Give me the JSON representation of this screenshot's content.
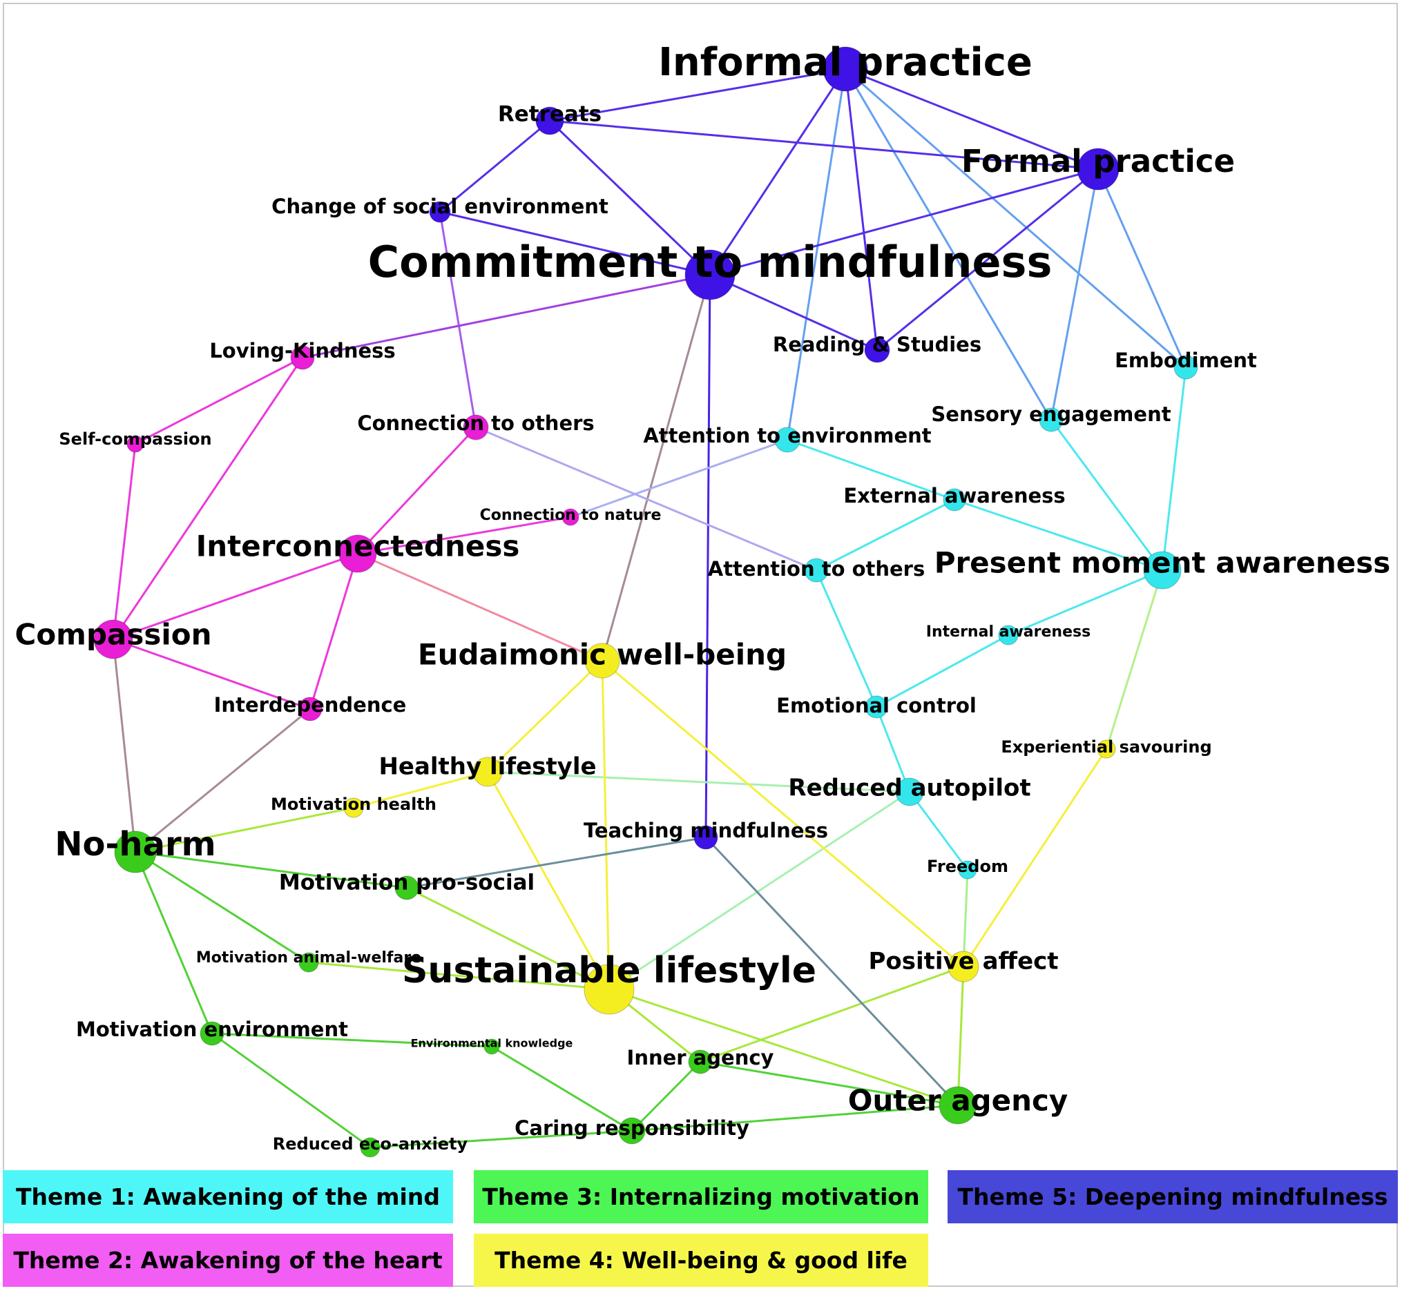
{
  "nodes": [
    {
      "id": "informal-practice",
      "label": "Informal practice",
      "theme": 5
    },
    {
      "id": "retreats",
      "label": "Retreats",
      "theme": 5
    },
    {
      "id": "formal-practice",
      "label": "Formal practice",
      "theme": 5
    },
    {
      "id": "change-social-env",
      "label": "Change of social environment",
      "theme": 5
    },
    {
      "id": "commitment",
      "label": "Commitment to mindfulness",
      "theme": 5
    },
    {
      "id": "reading-studies",
      "label": "Reading & Studies",
      "theme": 5
    },
    {
      "id": "teaching",
      "label": "Teaching mindfulness",
      "theme": 5
    },
    {
      "id": "embodiment",
      "label": "Embodiment",
      "theme": 1
    },
    {
      "id": "sensory",
      "label": "Sensory engagement",
      "theme": 1
    },
    {
      "id": "attention-env",
      "label": "Attention to environment",
      "theme": 1
    },
    {
      "id": "external-awareness",
      "label": "External awareness",
      "theme": 1
    },
    {
      "id": "present-moment",
      "label": "Present moment awareness",
      "theme": 1
    },
    {
      "id": "attention-others",
      "label": "Attention to others",
      "theme": 1
    },
    {
      "id": "internal-awareness",
      "label": "Internal awareness",
      "theme": 1
    },
    {
      "id": "emotional-control",
      "label": "Emotional control",
      "theme": 1
    },
    {
      "id": "reduced-autopilot",
      "label": "Reduced autopilot",
      "theme": 1
    },
    {
      "id": "freedom",
      "label": "Freedom",
      "theme": 1
    },
    {
      "id": "loving-kindness",
      "label": "Loving-Kindness",
      "theme": 2
    },
    {
      "id": "self-compassion",
      "label": "Self-compassion",
      "theme": 2
    },
    {
      "id": "connection-others",
      "label": "Connection to others",
      "theme": 2
    },
    {
      "id": "connection-nature",
      "label": "Connection to nature",
      "theme": 2
    },
    {
      "id": "interconnectedness",
      "label": "Interconnectedness",
      "theme": 2
    },
    {
      "id": "compassion",
      "label": "Compassion",
      "theme": 2
    },
    {
      "id": "interdependence",
      "label": "Interdependence",
      "theme": 2
    },
    {
      "id": "eudaimonic",
      "label": "Eudaimonic well-being",
      "theme": 4
    },
    {
      "id": "healthy-lifestyle",
      "label": "Healthy lifestyle",
      "theme": 4
    },
    {
      "id": "motivation-health",
      "label": "Motivation health",
      "theme": 4
    },
    {
      "id": "experiential-savouring",
      "label": "Experiential savouring",
      "theme": 4
    },
    {
      "id": "positive-affect",
      "label": "Positive affect",
      "theme": 4
    },
    {
      "id": "sustainable-lifestyle",
      "label": "Sustainable lifestyle",
      "theme": 4
    },
    {
      "id": "no-harm",
      "label": "No-harm",
      "theme": 3
    },
    {
      "id": "motivation-prosocial",
      "label": "Motivation pro-social",
      "theme": 3
    },
    {
      "id": "motivation-animal",
      "label": "Motivation animal-welfare",
      "theme": 3
    },
    {
      "id": "motivation-environment",
      "label": "Motivation environment",
      "theme": 3
    },
    {
      "id": "env-knowledge",
      "label": "Environmental knowledge",
      "theme": 3
    },
    {
      "id": "inner-agency",
      "label": "Inner agency",
      "theme": 3
    },
    {
      "id": "outer-agency",
      "label": "Outer agency",
      "theme": 3
    },
    {
      "id": "caring-responsibility",
      "label": "Caring responsibility",
      "theme": 3
    },
    {
      "id": "reduced-eco-anxiety",
      "label": "Reduced eco-anxiety",
      "theme": 3
    }
  ],
  "edges": [
    [
      "informal-practice",
      "retreats"
    ],
    [
      "informal-practice",
      "formal-practice"
    ],
    [
      "informal-practice",
      "commitment"
    ],
    [
      "informal-practice",
      "reading-studies"
    ],
    [
      "informal-practice",
      "attention-env"
    ],
    [
      "informal-practice",
      "sensory"
    ],
    [
      "informal-practice",
      "embodiment"
    ],
    [
      "retreats",
      "formal-practice"
    ],
    [
      "retreats",
      "change-social-env"
    ],
    [
      "retreats",
      "commitment"
    ],
    [
      "formal-practice",
      "commitment"
    ],
    [
      "formal-practice",
      "reading-studies"
    ],
    [
      "formal-practice",
      "sensory"
    ],
    [
      "formal-practice",
      "embodiment"
    ],
    [
      "change-social-env",
      "commitment"
    ],
    [
      "change-social-env",
      "connection-others"
    ],
    [
      "commitment",
      "reading-studies"
    ],
    [
      "commitment",
      "loving-kindness"
    ],
    [
      "commitment",
      "eudaimonic"
    ],
    [
      "commitment",
      "teaching"
    ],
    [
      "embodiment",
      "present-moment"
    ],
    [
      "sensory",
      "present-moment"
    ],
    [
      "attention-env",
      "external-awareness"
    ],
    [
      "attention-env",
      "connection-nature"
    ],
    [
      "external-awareness",
      "present-moment"
    ],
    [
      "external-awareness",
      "attention-others"
    ],
    [
      "attention-others",
      "emotional-control"
    ],
    [
      "connection-others",
      "attention-others"
    ],
    [
      "present-moment",
      "internal-awareness"
    ],
    [
      "present-moment",
      "experiential-savouring"
    ],
    [
      "internal-awareness",
      "emotional-control"
    ],
    [
      "emotional-control",
      "reduced-autopilot"
    ],
    [
      "reduced-autopilot",
      "freedom"
    ],
    [
      "reduced-autopilot",
      "healthy-lifestyle"
    ],
    [
      "reduced-autopilot",
      "sustainable-lifestyle"
    ],
    [
      "freedom",
      "positive-affect"
    ],
    [
      "loving-kindness",
      "self-compassion"
    ],
    [
      "loving-kindness",
      "compassion"
    ],
    [
      "self-compassion",
      "compassion"
    ],
    [
      "connection-others",
      "interconnectedness"
    ],
    [
      "connection-nature",
      "interconnectedness"
    ],
    [
      "interconnectedness",
      "compassion"
    ],
    [
      "interconnectedness",
      "interdependence"
    ],
    [
      "interconnectedness",
      "eudaimonic"
    ],
    [
      "compassion",
      "interdependence"
    ],
    [
      "compassion",
      "no-harm"
    ],
    [
      "interdependence",
      "no-harm"
    ],
    [
      "eudaimonic",
      "healthy-lifestyle"
    ],
    [
      "eudaimonic",
      "sustainable-lifestyle"
    ],
    [
      "eudaimonic",
      "positive-affect"
    ],
    [
      "healthy-lifestyle",
      "motivation-health"
    ],
    [
      "healthy-lifestyle",
      "sustainable-lifestyle"
    ],
    [
      "experiential-savouring",
      "positive-affect"
    ],
    [
      "positive-affect",
      "inner-agency"
    ],
    [
      "positive-affect",
      "outer-agency"
    ],
    [
      "sustainable-lifestyle",
      "motivation-prosocial"
    ],
    [
      "sustainable-lifestyle",
      "motivation-animal"
    ],
    [
      "sustainable-lifestyle",
      "inner-agency"
    ],
    [
      "sustainable-lifestyle",
      "outer-agency"
    ],
    [
      "teaching",
      "motivation-prosocial"
    ],
    [
      "teaching",
      "outer-agency"
    ],
    [
      "no-harm",
      "motivation-health"
    ],
    [
      "no-harm",
      "motivation-prosocial"
    ],
    [
      "no-harm",
      "motivation-animal"
    ],
    [
      "no-harm",
      "motivation-environment"
    ],
    [
      "motivation-environment",
      "env-knowledge"
    ],
    [
      "motivation-environment",
      "reduced-eco-anxiety"
    ],
    [
      "env-knowledge",
      "caring-responsibility"
    ],
    [
      "inner-agency",
      "outer-agency"
    ],
    [
      "inner-agency",
      "caring-responsibility"
    ],
    [
      "caring-responsibility",
      "outer-agency"
    ],
    [
      "caring-responsibility",
      "reduced-eco-anxiety"
    ]
  ],
  "legend": [
    {
      "theme": 1,
      "label": "Theme 1: Awakening of the mind",
      "color": "#4ff6f7"
    },
    {
      "theme": 3,
      "label": "Theme 3: Internalizing motivation",
      "color": "#4df555"
    },
    {
      "theme": 5,
      "label": "Theme 5: Deepening mindfulness",
      "color": "#4747d8"
    },
    {
      "theme": 2,
      "label": "Theme 2: Awakening of the heart",
      "color": "#f25df3"
    },
    {
      "theme": 4,
      "label": "Theme 4: Well-being & good life",
      "color": "#f6f64a"
    }
  ],
  "theme_colors": {
    "1": "#33e6ec",
    "2": "#e91ed6",
    "3": "#3acc1c",
    "4": "#f4ee20",
    "5": "#3f12e6"
  }
}
